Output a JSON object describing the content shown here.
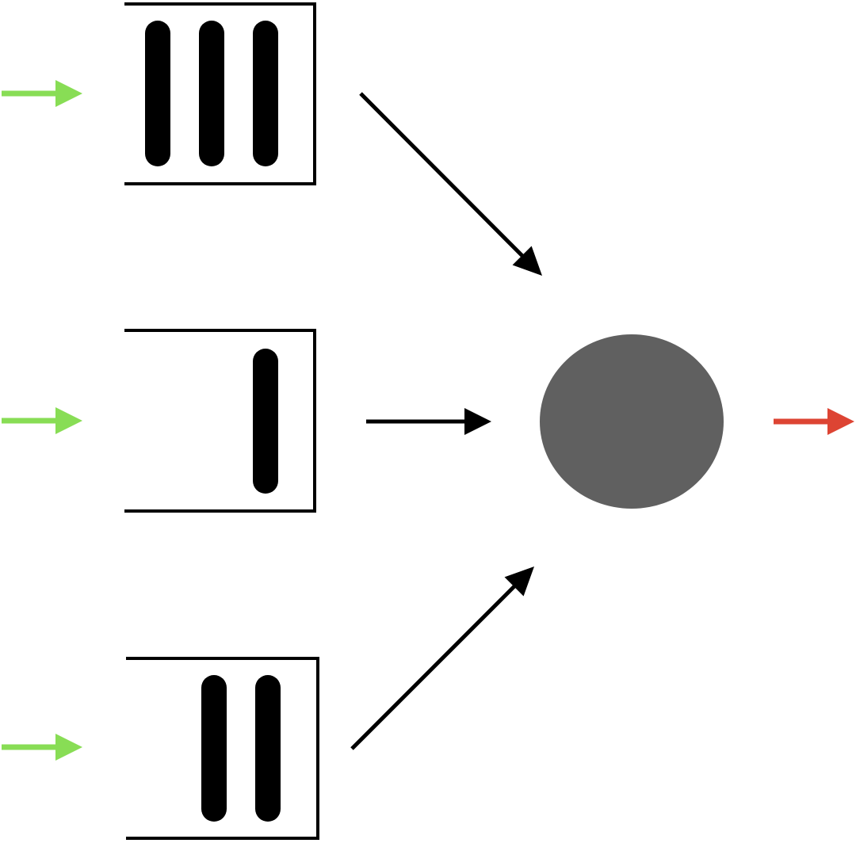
{
  "colors": {
    "arrival_arrow": "#88dd55",
    "departure_arrow": "#dd4433",
    "flow_arrow": "#000000",
    "server": "#606060",
    "queue_item": "#000000",
    "queue_outline": "#000000"
  },
  "queues": [
    {
      "items": 3
    },
    {
      "items": 1
    },
    {
      "items": 2
    }
  ],
  "server": {
    "shape": "circle"
  }
}
